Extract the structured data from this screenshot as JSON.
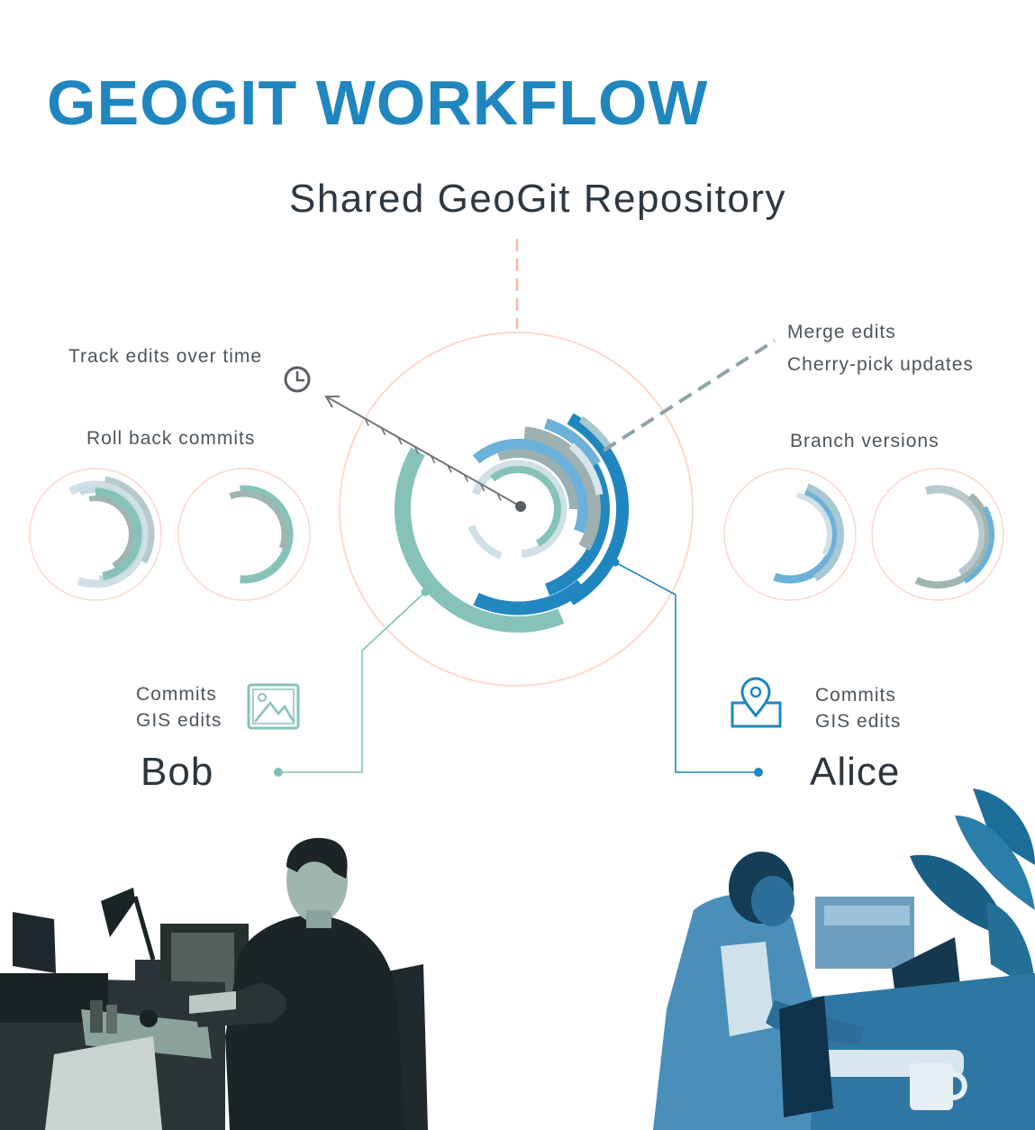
{
  "title": "GEOGIT WORKFLOW",
  "repository": {
    "label": "Shared GeoGit Repository"
  },
  "features": {
    "track": "Track edits over time",
    "rollback": "Roll back commits",
    "merge": "Merge edits",
    "cherry_pick": "Cherry-pick updates",
    "branch": "Branch versions"
  },
  "users": {
    "bob": {
      "name": "Bob",
      "action_line1": "Commits",
      "action_line2": "GIS edits",
      "icon": "image-icon",
      "color": "#7fc1b6"
    },
    "alice": {
      "name": "Alice",
      "action_line1": "Commits",
      "action_line2": "GIS edits",
      "icon": "map-pin-icon",
      "color": "#1f86bf"
    }
  },
  "colors": {
    "title": "#1f86bf",
    "teal": "#86c2b8",
    "blue": "#2287c1",
    "light_blue": "#6bb1d9",
    "gray_teal": "#9fb0b0",
    "pale": "#cfe0e6",
    "peach": "#fbd9cc"
  }
}
